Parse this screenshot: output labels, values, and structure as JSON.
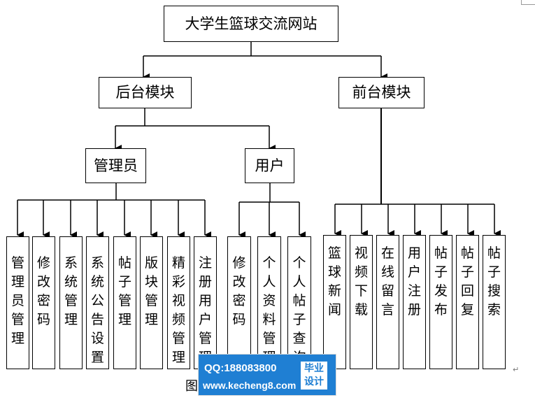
{
  "root": {
    "label": "大学生篮球交流网站"
  },
  "backend": {
    "label": "后台模块"
  },
  "frontend": {
    "label": "前台模块"
  },
  "admin": {
    "label": "管理员"
  },
  "user": {
    "label": "用户"
  },
  "admin_items": [
    "管理员管理",
    "修改密码",
    "系统管理",
    "系统公告设置",
    "帖子管理",
    "版块管理",
    "精彩视频管理",
    "注册用户管理"
  ],
  "user_items": [
    "修改密码",
    "个人资料管理",
    "个人帖子查询"
  ],
  "front_items": [
    "篮球新闻",
    "视频下载",
    "在线留言",
    "用户注册",
    "帖子发布",
    "帖子回复",
    "帖子搜索"
  ],
  "watermark": {
    "qq": "QQ:188083800",
    "url": "www.kecheng8.com",
    "badge_line1": "毕业",
    "badge_line2": "设计"
  },
  "caption": "图",
  "paragraph_mark": "↵"
}
